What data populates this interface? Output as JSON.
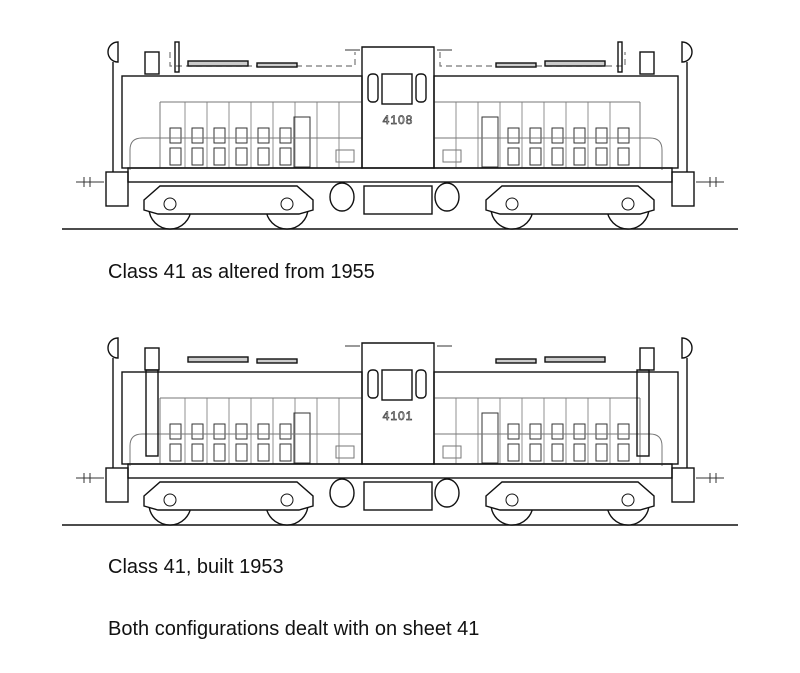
{
  "drawings": [
    {
      "number": "4108",
      "caption": "Class 41 as altered from 1955",
      "variant": "altered"
    },
    {
      "number": "4101",
      "caption": "Class 41, built 1953",
      "variant": "original"
    }
  ],
  "note": "Both configurations dealt with on sheet 41"
}
